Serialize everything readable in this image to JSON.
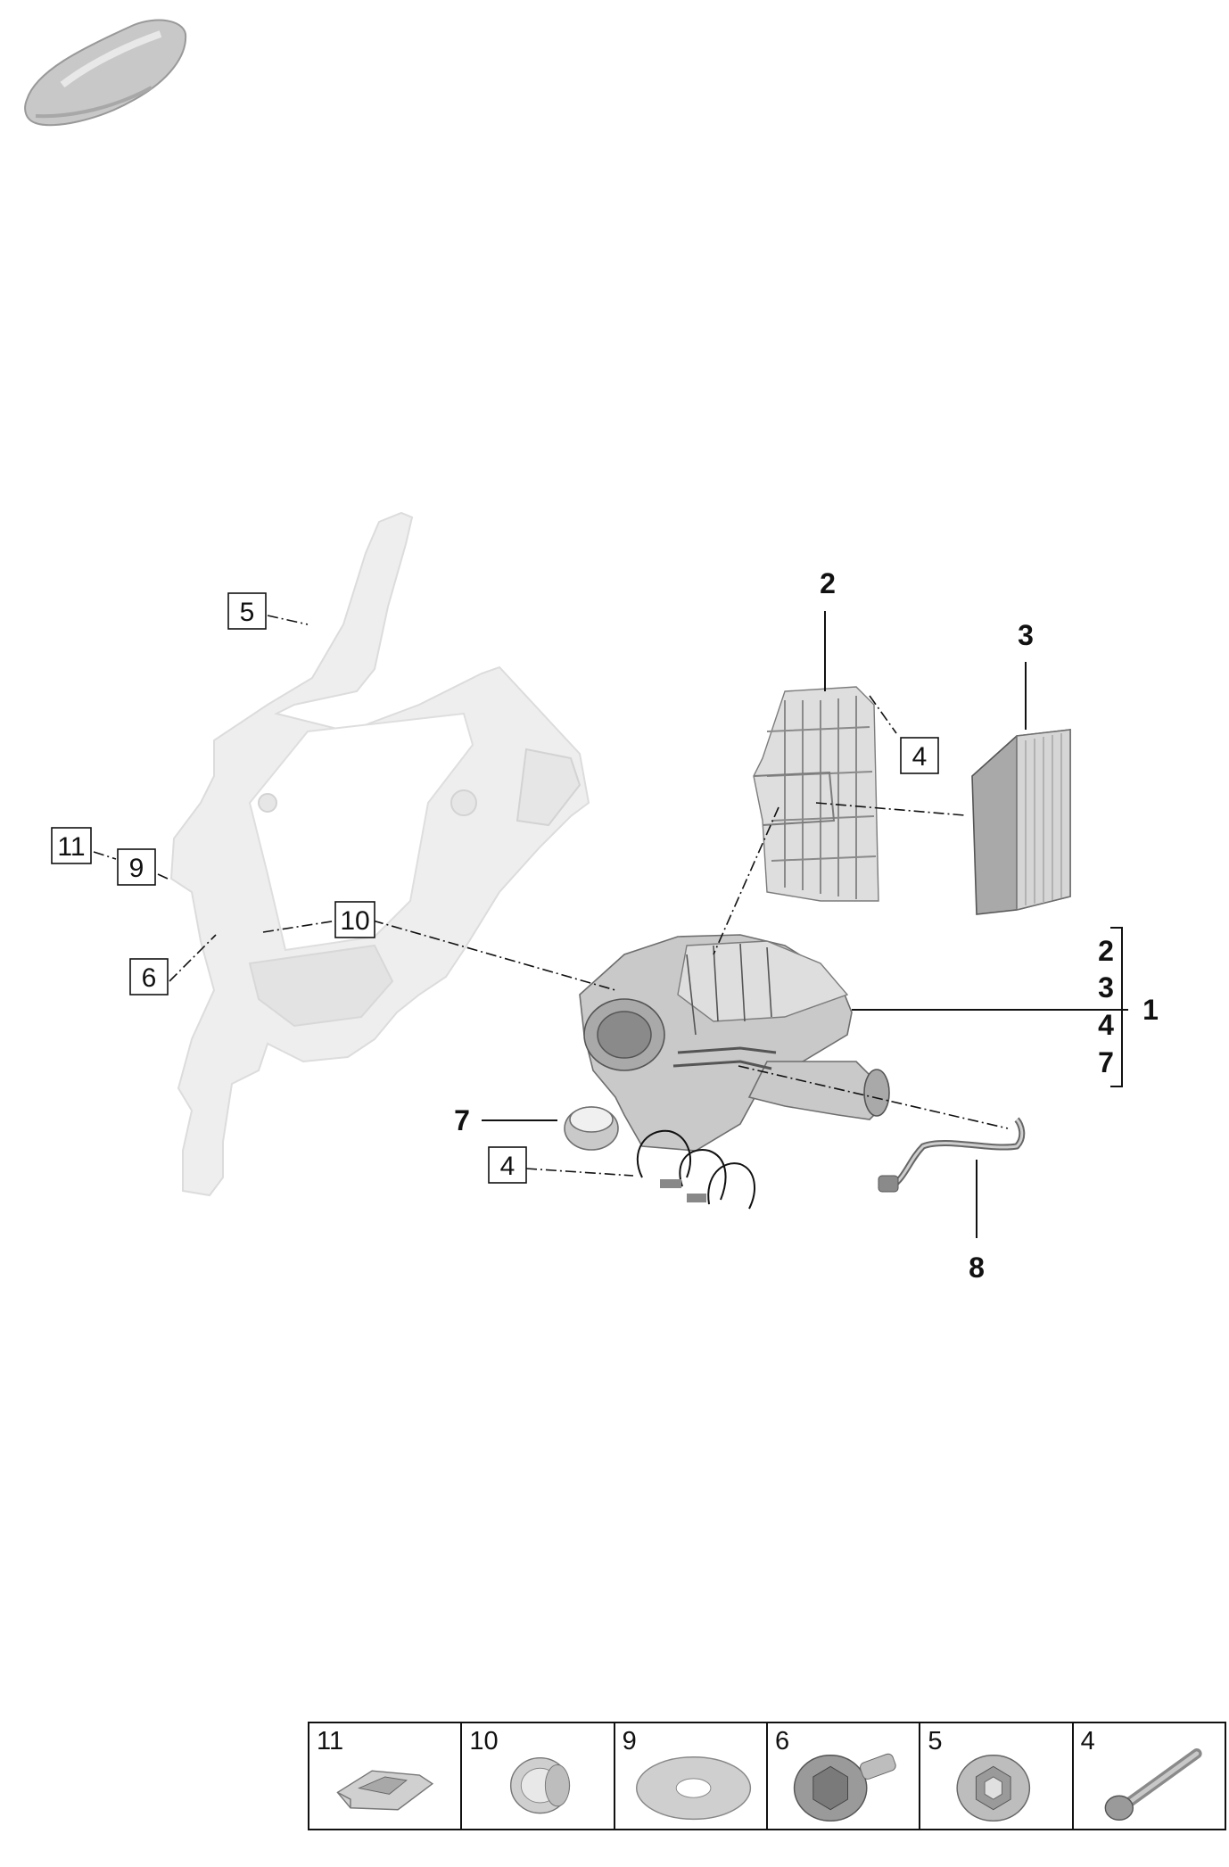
{
  "callouts": {
    "c2_top": "2",
    "c3_top": "3",
    "c1": "1",
    "g1_2": "2",
    "g1_3": "3",
    "g1_4": "4",
    "g1_7": "7",
    "c7": "7",
    "c8": "8"
  },
  "boxed": {
    "b5": "5",
    "b4_upper": "4",
    "b11": "11",
    "b9": "9",
    "b10": "10",
    "b6": "6",
    "b4_lower": "4"
  },
  "legend": [
    {
      "num": "11",
      "icon": "clip-nut-icon"
    },
    {
      "num": "10",
      "icon": "grommet-icon"
    },
    {
      "num": "9",
      "icon": "washer-icon"
    },
    {
      "num": "6",
      "icon": "flange-bolt-icon"
    },
    {
      "num": "5",
      "icon": "flange-nut-icon"
    },
    {
      "num": "4",
      "icon": "screw-icon"
    }
  ]
}
